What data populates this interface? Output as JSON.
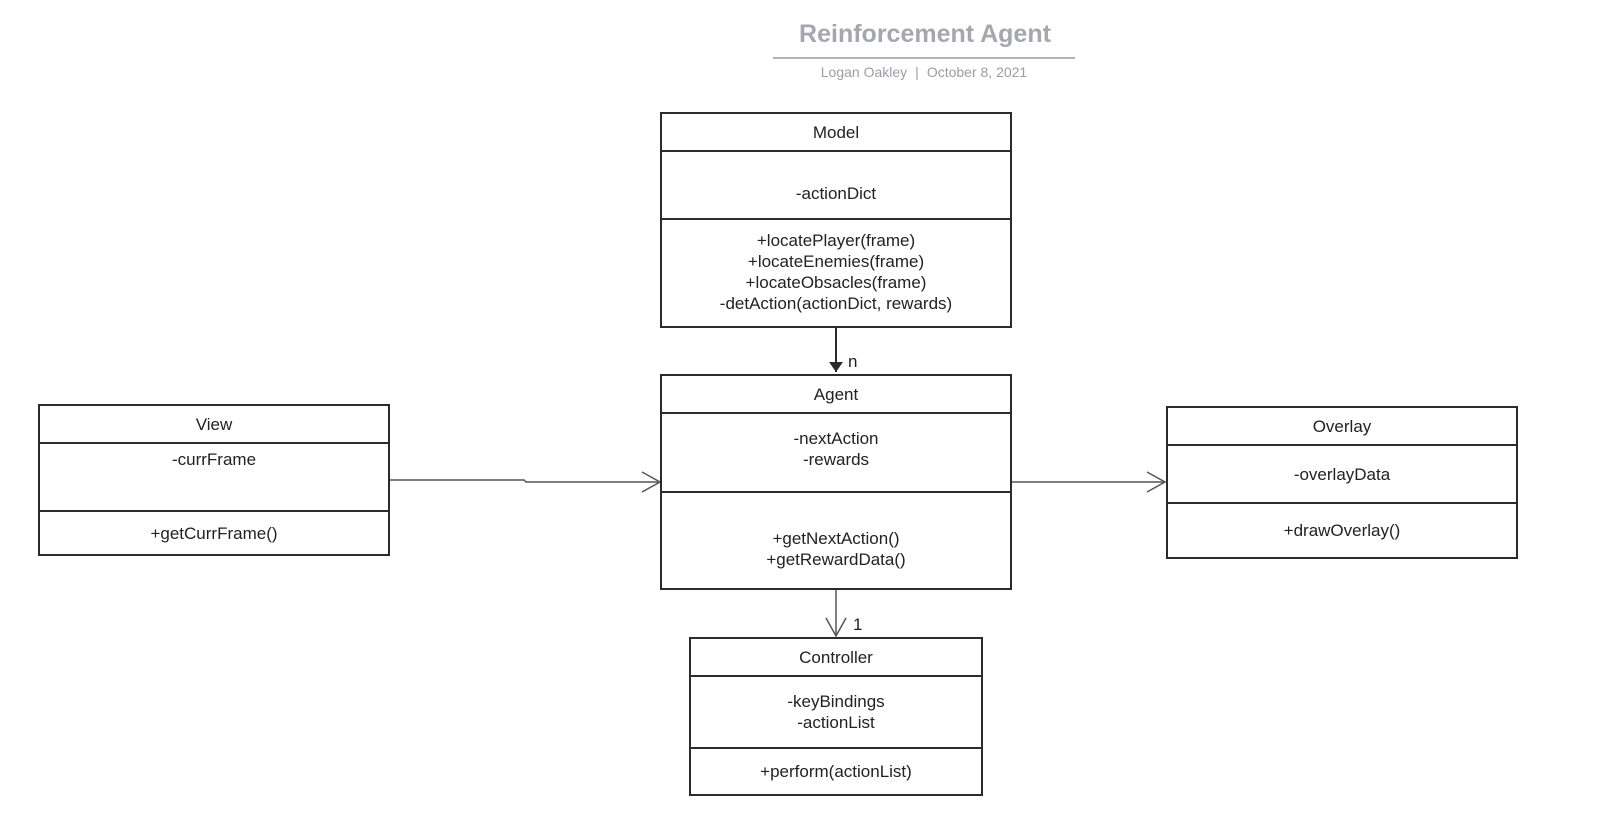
{
  "header": {
    "title": "Reinforcement Agent",
    "author": "Logan Oakley",
    "separator": "|",
    "date": "October 8, 2021"
  },
  "classes": {
    "model": {
      "name": "Model",
      "attributes": [
        "-actionDict"
      ],
      "methods": [
        "+locatePlayer(frame)",
        "+locateEnemies(frame)",
        "+locateObsacles(frame)",
        "-detAction(actionDict, rewards)"
      ]
    },
    "agent": {
      "name": "Agent",
      "attributes": [
        "-nextAction",
        "-rewards"
      ],
      "methods": [
        "+getNextAction()",
        "+getRewardData()"
      ]
    },
    "view": {
      "name": "View",
      "attributes": [
        "-currFrame"
      ],
      "methods": [
        "+getCurrFrame()"
      ]
    },
    "overlay": {
      "name": "Overlay",
      "attributes": [
        "-overlayData"
      ],
      "methods": [
        "+drawOverlay()"
      ]
    },
    "controller": {
      "name": "Controller",
      "attributes": [
        "-keyBindings",
        "-actionList"
      ],
      "methods": [
        "+perform(actionList)"
      ]
    }
  },
  "relationships": {
    "model_agent_multiplicity": "n",
    "agent_controller_multiplicity": "1"
  },
  "colors": {
    "line": "#2b2b2b",
    "title": "#a4a7ad",
    "subtitle": "#9a9da3"
  }
}
